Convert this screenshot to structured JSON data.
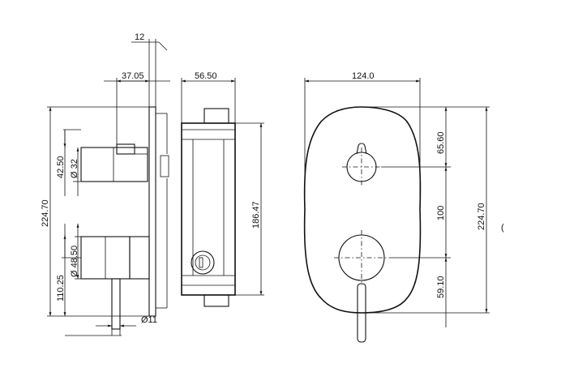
{
  "drawing": {
    "side_view": {
      "plate_thickness": "12",
      "lever_projection": "37.05",
      "upper_spacing": "42.50",
      "upper_diameter": "Ø 32",
      "overall_height": "224.70",
      "lower_diameter": "Ø 48.50",
      "lower_offset": "110.25",
      "handle_diameter": "Ø11"
    },
    "body_view": {
      "body_depth": "56.50",
      "body_height": "186.47"
    },
    "front_view": {
      "plate_width": "124.0",
      "upper_offset": "65.60",
      "center_distance": "100",
      "lower_offset": "59.10",
      "plate_height": "224.70"
    },
    "marker": "("
  }
}
